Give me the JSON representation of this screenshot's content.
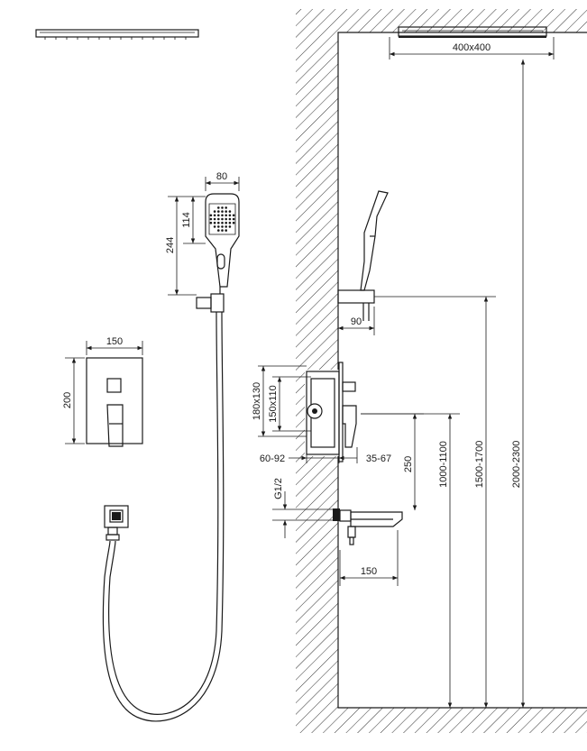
{
  "dimensions": {
    "head_width": "80",
    "head_height": "114",
    "shower_length": "244",
    "panel_width": "150",
    "panel_height": "200",
    "rain_head_size": "400x400",
    "holder_offset": "90",
    "box_height": "180x130",
    "box_inner": "150x110",
    "wall_depth": "60-92",
    "panel_protrusion": "35-67",
    "spout_offset": "250",
    "thread": "G1/2",
    "spout_length": "150",
    "mixer_height": "1000-1100",
    "holder_height": "1500-1700",
    "rain_height": "2000-2300"
  },
  "colors": {
    "line": "#1a1a1a",
    "background": "#ffffff"
  }
}
